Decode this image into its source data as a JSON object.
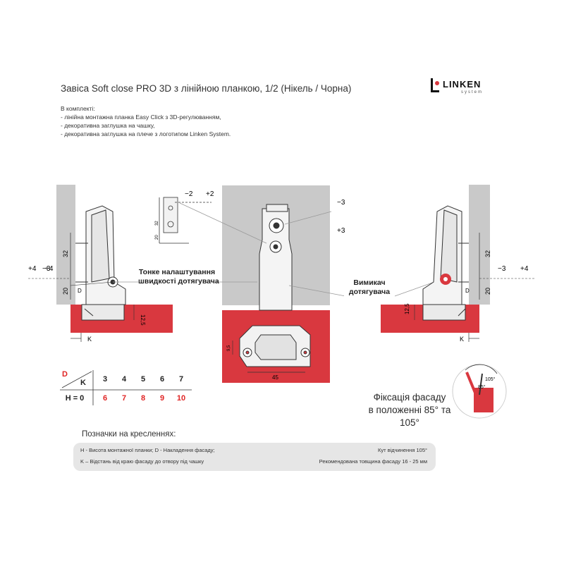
{
  "header": {
    "title": "Завіса Soft close PRO 3D з лінійною планкою, 1/2  (Нікель / Чорна)",
    "kit_heading": "В комплекті:",
    "kit_items": [
      "- лінійна монтажна планка Easy Click з 3D-регулюванням,",
      "- декоративна заглушка на чашку,",
      "- декоративна заглушка на плече з логотипом Linken System."
    ]
  },
  "logo": {
    "text": "LINKEN",
    "sub": "system"
  },
  "annotations": {
    "speed_label_1": "Тонке налаштування",
    "speed_label_2": "швидкості дотягувача",
    "switch_label_1": "Вимикач",
    "switch_label_2": "дотягувача",
    "fix_label_1": "Фіксація фасаду",
    "fix_label_2": "в положенні 85° та 105°"
  },
  "dimensions": {
    "minus2": "−2",
    "plus2": "+2",
    "minus3": "−3",
    "plus3": "+3",
    "plus4": "+4",
    "d32": "32",
    "d20": "20",
    "d12_5": "12,5",
    "d45": "45",
    "d9_5": "9,5",
    "K": "K",
    "D": "D",
    "angle105": "105°",
    "angle85": "85°"
  },
  "table": {
    "corner_top": "D",
    "corner_bottom": "K",
    "k_values": [
      "3",
      "4",
      "5",
      "6",
      "7"
    ],
    "row_label": "H = 0",
    "h_values": [
      "6",
      "7",
      "8",
      "9",
      "10"
    ]
  },
  "legend": {
    "heading": "Позначки на кресленнях:",
    "left_1": "H - Висота монтажної планки;  D - Накладення фасаду;",
    "left_2": "K – Відстань від краю фасаду до отвору під чашку",
    "right_1": "Кут відчинення 105°",
    "right_2": "Рекомендована товщина  фасаду  16 - 25 мм"
  },
  "colors": {
    "fascia": "#d9383f",
    "panel": "#c9c9c9",
    "line": "#333333"
  }
}
